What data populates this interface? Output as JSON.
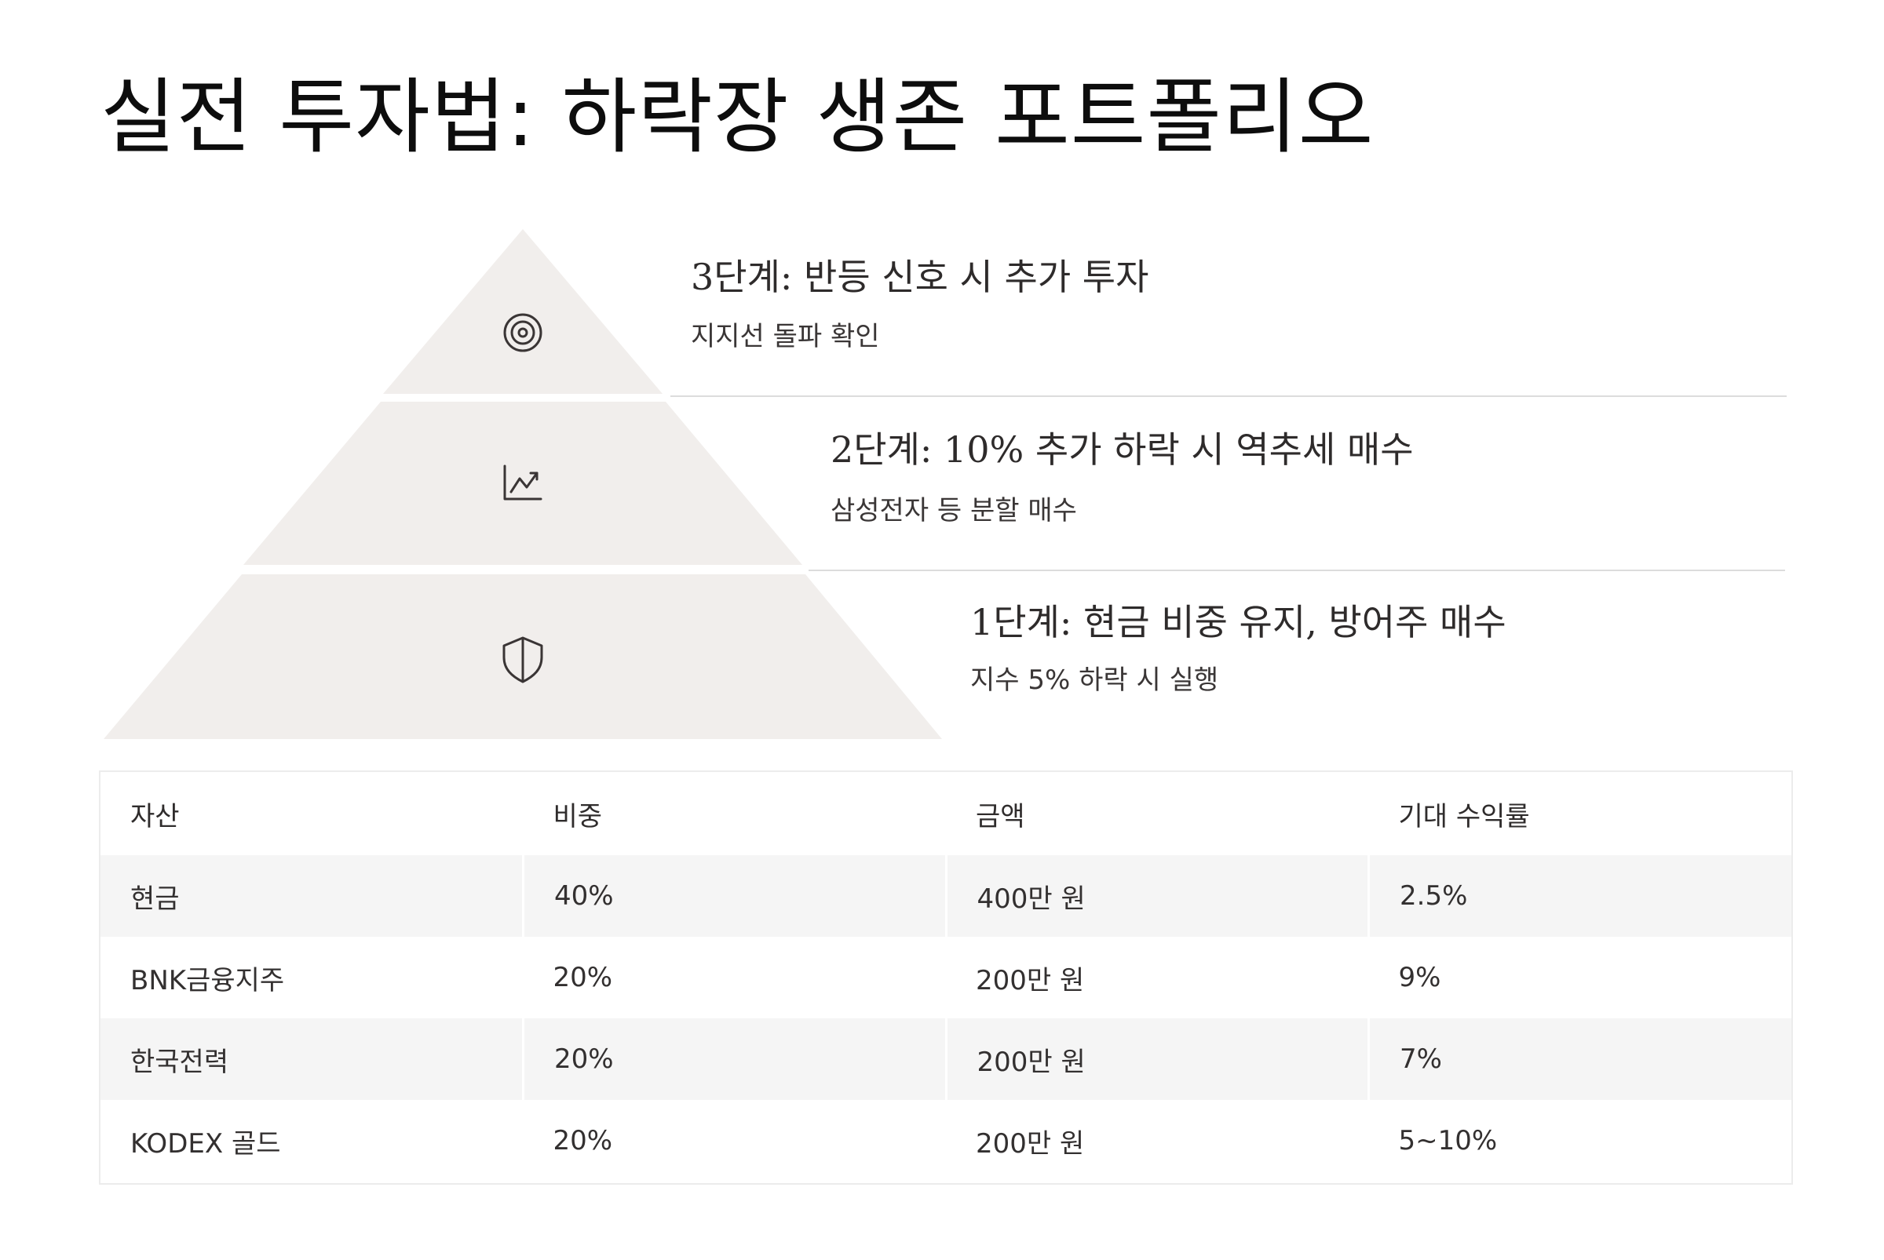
{
  "title": "실전 투자법: 하락장 생존 포트폴리오",
  "tiers": [
    {
      "heading": "3단계: 반등 신호 시 추가 투자",
      "subtext": "지지선 돌파 확인",
      "icon": "target-icon"
    },
    {
      "heading": "2단계: 10% 추가 하락 시 역추세 매수",
      "subtext": "삼성전자 등 분할 매수",
      "icon": "chart-trend-icon"
    },
    {
      "heading": "1단계: 현금 비중 유지, 방어주 매수",
      "subtext": "지수 5% 하락 시 실행",
      "icon": "shield-icon"
    }
  ],
  "table": {
    "headers": [
      "자산",
      "비중",
      "금액",
      "기대 수익률"
    ],
    "rows": [
      [
        "현금",
        "40%",
        "400만 원",
        "2.5%"
      ],
      [
        "BNK금융지주",
        "20%",
        "200만 원",
        "9%"
      ],
      [
        "한국전력",
        "20%",
        "200만 원",
        "7%"
      ],
      [
        "KODEX 골드",
        "20%",
        "200만 원",
        "5~10%"
      ]
    ]
  },
  "colors": {
    "tier_fill": "#f1eeec",
    "divider": "#dcdcdc",
    "row_stripe": "#f5f5f5",
    "text": "#272525"
  }
}
